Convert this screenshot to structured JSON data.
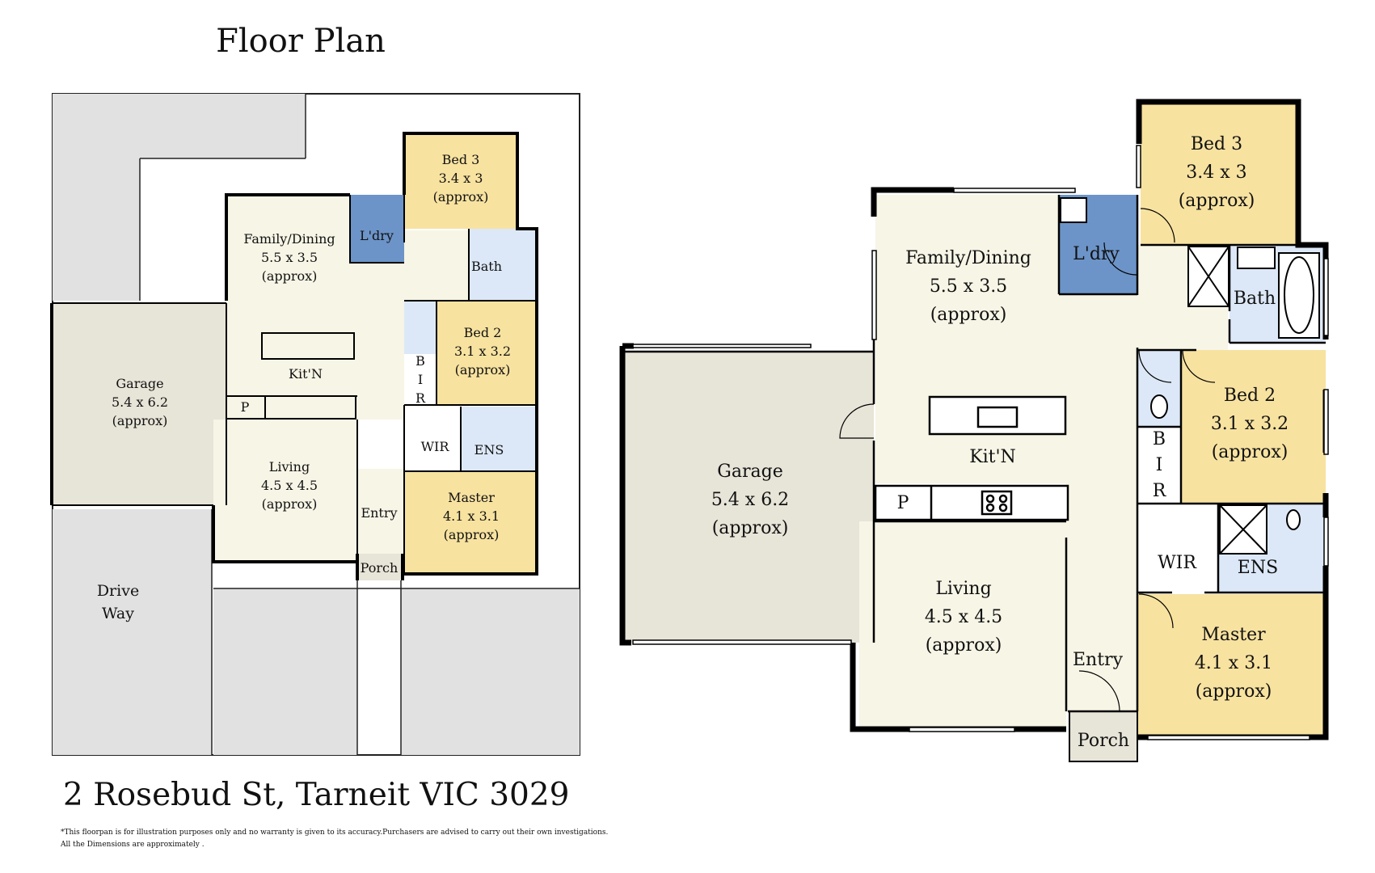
{
  "title": "Floor Plan",
  "address": "2 Rosebud St, Tarneit VIC 3029",
  "disclaimer": {
    "line1": "*This floorpan is for illustration purposes only and no warranty is given to its accuracy.Purchasers are advised to carry out their own investigations.",
    "line2": "All the Dimensions are approximately ."
  },
  "colors": {
    "living": "#F7F5E6",
    "bedroom": "#F7E2A0",
    "wet": "#DCE8F7",
    "laundry": "#6C94C8",
    "garage": "#E7E4D8",
    "site": "#E1E1E1",
    "wall": "#000000"
  },
  "rooms": {
    "family": {
      "name": "Family/Dining",
      "dims": "5.5 x 3.5",
      "note": "(approx)"
    },
    "laundry": {
      "name": "L'dry"
    },
    "bed3": {
      "name": "Bed 3",
      "dims": "3.4 x 3",
      "note": "(approx)"
    },
    "bath": {
      "name": "Bath"
    },
    "bed2": {
      "name": "Bed 2",
      "dims": "3.1 x 3.2",
      "note": "(approx)"
    },
    "garage": {
      "name": "Garage",
      "dims": "5.4 x 6.2",
      "note": "(approx)"
    },
    "kitchen": {
      "name": "Kit'N"
    },
    "pantry": {
      "name": "P"
    },
    "living": {
      "name": "Living",
      "dims": "4.5 x 4.5",
      "note": "(approx)"
    },
    "bir": {
      "l1": "B",
      "l2": "I",
      "l3": "R"
    },
    "wir": {
      "name": "WIR"
    },
    "ens": {
      "name": "ENS"
    },
    "master": {
      "name": "Master",
      "dims": "4.1 x 3.1",
      "note": "(approx)"
    },
    "entry": {
      "name": "Entry"
    },
    "porch": {
      "name": "Porch"
    },
    "driveway": {
      "l1": "Drive",
      "l2": "Way"
    }
  }
}
